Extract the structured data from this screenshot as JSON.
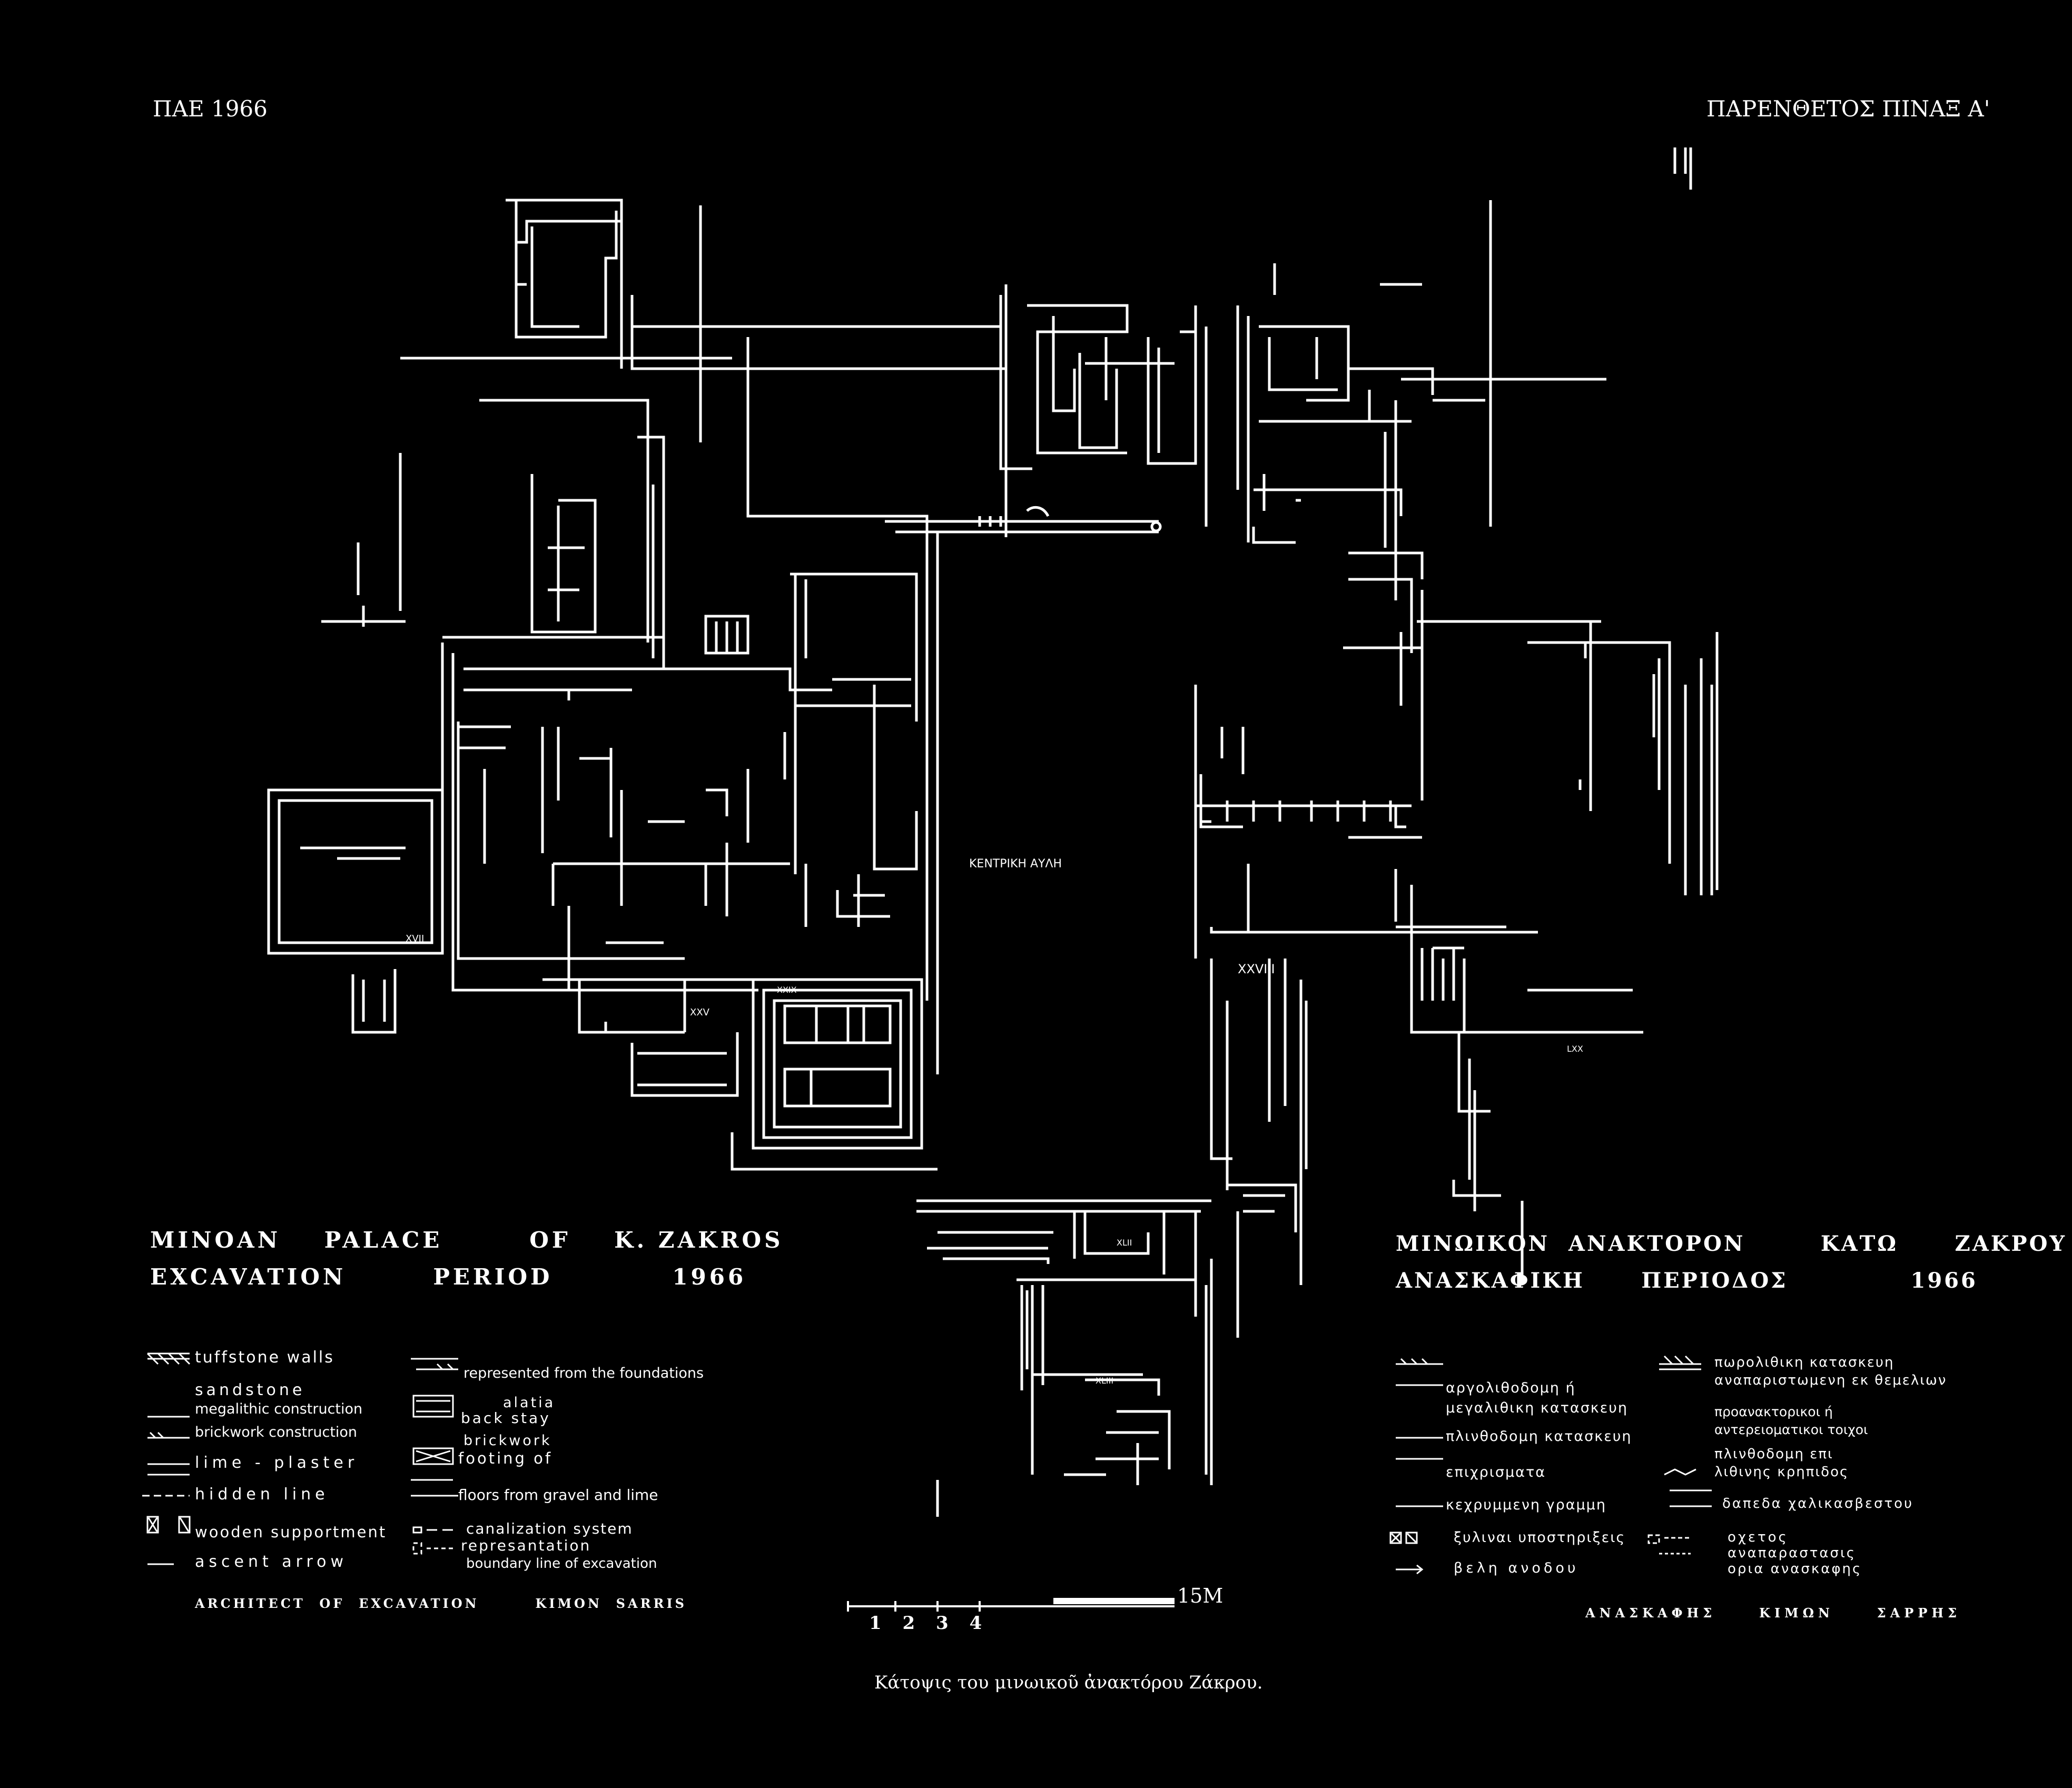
{
  "header": {
    "left": "ΠΑΕ 1966",
    "right": "ΠΑΡΕΝΘΕΤΟΣ ΠΙΝΑΞ Α'"
  },
  "title_en": {
    "line1": [
      "MINOAN",
      "PALACE",
      "OF",
      "K. ZAKROS"
    ],
    "line2": [
      "EXCAVATION",
      "PERIOD",
      "1966"
    ]
  },
  "title_gr": {
    "line1": [
      "ΜΙΝΩΙΚΟΝ",
      "ΑΝΑΚΤΟΡΟΝ",
      "ΚΑΤΩ",
      "ΖΑΚΡΟΥ"
    ],
    "line2": [
      "ΑΝΑΣΚΑΦΙΚΗ",
      "ΠΕΡΙΟΔΟΣ",
      "1966"
    ]
  },
  "plan_labels": {
    "central_court": "ΚΕΝΤΡΙΚΗ  ΑΥΛΗ",
    "room_xvii": "XVII",
    "room_xxv": "XXV",
    "room_xxix": "XXIX",
    "room_xxviii": "XXVIII",
    "room_lxx": "LXX",
    "room_xlii": "XLII",
    "room_xliii": "XLIII"
  },
  "legend_en": {
    "tuffstone": "tuffstone   walls",
    "sandstone": "sandstone",
    "megalithic": "megalithic  construction",
    "brickwork": "brickwork  construction",
    "lime_plaster": "lime - plaster",
    "hidden_line": "hidden   line",
    "wooden": "wooden   supportment",
    "ascent": "ascent    arrow",
    "represented": "represented  from  the  foundations",
    "alatia": "alatia",
    "back_stay": "back  stay",
    "brickwork_footing_1": "brickwork",
    "brickwork_footing_2": "footing   of",
    "floors": "floors  from  gravel  and  lime",
    "canalization": "canalization   system",
    "represantation": "represantation",
    "boundary": "boundary  line  of  excavation"
  },
  "legend_gr": {
    "argolithodomi_1": "αργολιθοδομη    ή",
    "argolithodomi_2": "μεγαλιθικη κατασκευη",
    "plinthodomi": "πλινθοδομη  κατασκευη",
    "epichrismata": "επιχρισματα",
    "kechrymmeni": "κεχρυμμενη γραμμη",
    "xylinai": "ξυλιναι  υποστηριξεις",
    "veli": "βελη    ανοδου",
    "porolithiki_1": "πωρολιθικη κατασκευη",
    "porolithiki_2": "αναπαριστωμενη εκ θεμελιων",
    "proanaktorikoi_1": "προανακτορικοι     ή",
    "proanaktorikoi_2": "αντερειοματικοι  τοιχοι",
    "plinthodomi_epi_1": "πλινθοδομη επι",
    "plinthodomi_epi_2": "λιθινης  κρηπιδος",
    "dapeda": "δαπεδα  χαλικασβεστου",
    "ochetos": "οχετος",
    "anaparastasis": "αναπαραστασις",
    "oria": "ορια  ανασκαφης"
  },
  "credits": {
    "en": [
      "ARCHITECT",
      "OF",
      "EXCAVATION",
      "KIMON",
      "SARRIS"
    ],
    "gr": [
      "ΑΝΑΣΚΑΦΗΣ",
      "ΚΙΜΩΝ",
      "ΣΑΡΡΗΣ"
    ]
  },
  "scale": {
    "ticks": "1 2 3 4",
    "end": "15M"
  },
  "caption": "Κάτοψις του μινωικοῦ ἀνακτόρου Ζάκρου."
}
